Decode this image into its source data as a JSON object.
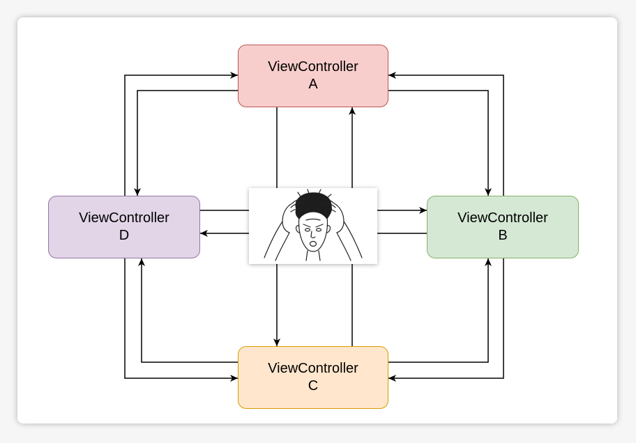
{
  "diagram": {
    "line_color": "#000000",
    "nodes": [
      {
        "title": "ViewController",
        "letter": "A",
        "fill": "#f8cecc",
        "stroke": "#b85450"
      },
      {
        "title": "ViewController",
        "letter": "B",
        "fill": "#d5e8d4",
        "stroke": "#82b366"
      },
      {
        "title": "ViewController",
        "letter": "C",
        "fill": "#ffe6cc",
        "stroke": "#d79b00"
      },
      {
        "title": "ViewController",
        "letter": "D",
        "fill": "#e1d5e7",
        "stroke": "#9673a6"
      }
    ],
    "edges": [
      {
        "from": "A",
        "to": "B"
      },
      {
        "from": "B",
        "to": "A"
      },
      {
        "from": "A",
        "to": "C"
      },
      {
        "from": "C",
        "to": "A"
      },
      {
        "from": "A",
        "to": "D"
      },
      {
        "from": "D",
        "to": "A"
      },
      {
        "from": "B",
        "to": "C"
      },
      {
        "from": "C",
        "to": "B"
      },
      {
        "from": "B",
        "to": "D"
      },
      {
        "from": "D",
        "to": "B"
      },
      {
        "from": "C",
        "to": "D"
      },
      {
        "from": "D",
        "to": "C"
      }
    ],
    "center_image": {
      "icon": "confused-face-meme-icon"
    }
  }
}
